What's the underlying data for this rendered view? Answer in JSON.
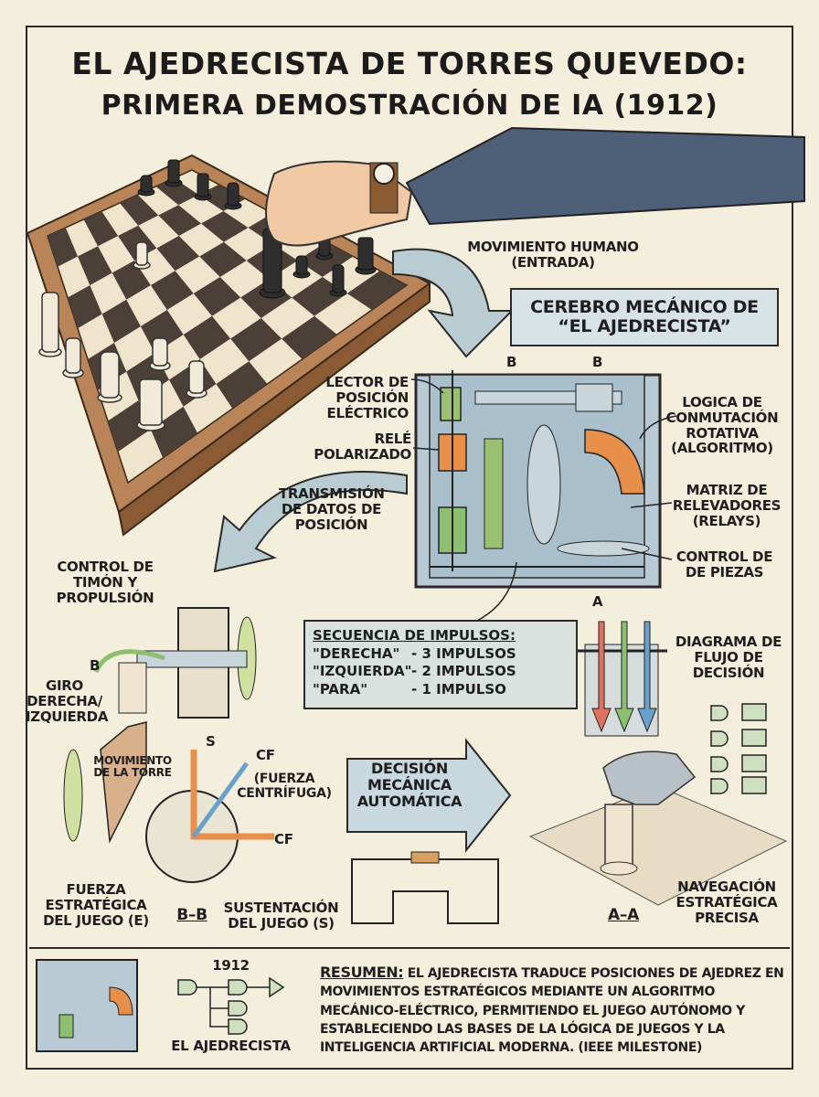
{
  "title": {
    "line1": "EL AJEDRECISTA DE TORRES QUEVEDO:",
    "line2": "PRIMERA DEMOSTRACIÓN DE IA (1912)"
  },
  "labels": {
    "human_move": "MOVIMIENTO HUMANO (ENTRADA)",
    "brain_box": "CEREBRO MECÁNICO DE “EL AJEDRECISTA”",
    "section_b1": "B",
    "section_b2": "B",
    "reader": "LECTOR DE POSICIÓN ELÉCTRICO",
    "relay": "RELÉ POLARIZADO",
    "logic": "LOGICA DE CONMUTACIÓN ROTATIVA (ALGORITMO)",
    "matrix": "MATRIZ DE RELEVADORES (RELAYS)",
    "piece_control": "CONTROL DE DE PIEZAS",
    "transmission": "TRANSMISIÓN DE DATOS DE POSICIÓN",
    "rudder": "CONTROL DE TIMÓN Y PROPULSIÓN",
    "b_marker": "B",
    "turn": "GIRO DERECHA/ IZQUIERDA",
    "tower_move": "MOVIMIENTO DE LA TORRE",
    "s_axis": "S",
    "cf_diag": "CF",
    "centrifugal": "(FUERZA CENTRÍFUGA)",
    "cf_axis": "CF",
    "a_marker": "A",
    "flow": "DIAGRAMA DE FLUJO DE DECISIÓN",
    "decision": "DECISIÓN MECÁNICA AUTOMÁTICA",
    "strategic_force": "FUERZA ESTRATÉGICA DEL JUEGO (E)",
    "section_bb": "B–B",
    "support": "SUSTENTACIÓN DEL JUEGO (S)",
    "section_aa": "A–A",
    "navigation": "NAVEGACIÓN ESTRATÉGICA PRECISA"
  },
  "sequence": {
    "title": "SECUENCIA DE IMPULSOS:",
    "rows": [
      {
        "command": "\"DERECHA\"",
        "impulses": "- 3 IMPULSOS",
        "count": 3
      },
      {
        "command": "\"IZQUIERDA\"",
        "impulses": "- 2 IMPULSOS",
        "count": 2
      },
      {
        "command": "\"PARA\"",
        "impulses": "- 1 IMPULSO",
        "count": 1
      }
    ]
  },
  "summary": {
    "year": "1912",
    "caption": "EL AJEDRECISTA",
    "heading": "RESUMEN:",
    "text": "EL AJEDRECISTA TRADUCE POSICIONES DE AJEDREZ EN MOVIMIENTOS ESTRATÉGICOS MEDIANTE UN ALGORITMO MECÁNICO-ELÉCTRICO, PERMITIENDO EL JUEGO AUTÓNOMO Y ESTABLECIENDO LAS BASES DE LA LÓGICA DE JUEGOS Y LA INTELIGENCIA ARTIFICIAL MODERNA. (IEEE MILESTONE)"
  },
  "colors": {
    "background": "#f4efdc",
    "box_fill": "#d7e3e6",
    "arrow_fill": "#b9ccd2",
    "red": "#e07060",
    "green": "#8cc070",
    "blue": "#6aa0cc",
    "orange": "#e8904a",
    "wood": "#c89868"
  }
}
